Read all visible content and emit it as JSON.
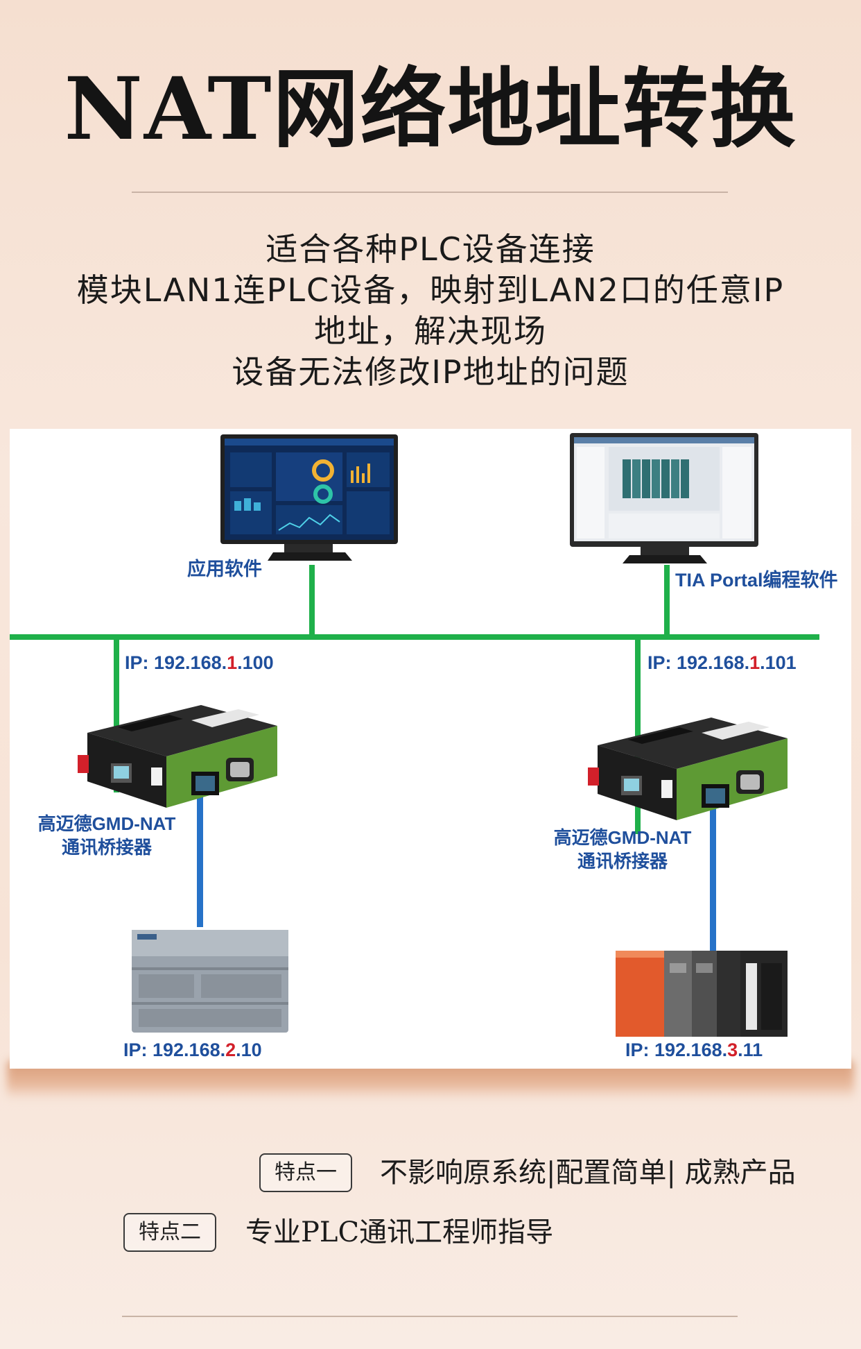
{
  "header": {
    "title": "NAT网络地址转换",
    "subtitle_lines": [
      "适合各种PLC设备连接",
      "模块LAN1连PLC设备，映射到LAN2口的任意IP",
      "地址，解决现场",
      "设备无法修改IP地址的问题"
    ]
  },
  "diagram": {
    "software_left": "应用软件",
    "software_right": "TIA Portal编程软件",
    "gateway_left": {
      "ip_prefix": "IP: 192.168.",
      "ip_subnet": "1",
      "ip_suffix": ".100",
      "name_line1": "高迈德GMD-NAT",
      "name_line2": "通讯桥接器"
    },
    "gateway_right": {
      "ip_prefix": "IP: 192.168.",
      "ip_subnet": "1",
      "ip_suffix": ".101",
      "name_line1": "高迈德GMD-NAT",
      "name_line2": "通讯桥接器"
    },
    "plc_left": {
      "ip_prefix": "IP: 192.168.",
      "ip_subnet": "2",
      "ip_suffix": ".10"
    },
    "plc_right": {
      "ip_prefix": "IP: 192.168.",
      "ip_subnet": "3",
      "ip_suffix": ".11"
    },
    "colors": {
      "ethernet_bus": "#1fb04a",
      "plc_link": "#2672c8",
      "label_blue": "#1f4f9c",
      "subnet_red": "#d2202a"
    }
  },
  "features": [
    {
      "badge": "特点一",
      "text": "不影响原系统|配置简单| 成熟产品"
    },
    {
      "badge": "特点二",
      "text": "专业PLC通讯工程师指导"
    }
  ]
}
